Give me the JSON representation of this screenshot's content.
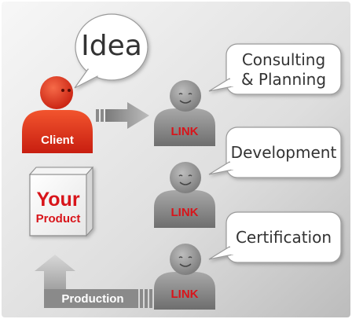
{
  "idea_label": "Idea",
  "client_label": "Client",
  "product": {
    "line1": "Your",
    "line2": "Product"
  },
  "production_label": "Production",
  "steps": [
    {
      "label_line1": "Consulting",
      "label_line2": "& Planning",
      "agent_label": "LINK"
    },
    {
      "label_line1": "Development",
      "label_line2": "",
      "agent_label": "LINK"
    },
    {
      "label_line1": "Certification",
      "label_line2": "",
      "agent_label": "LINK"
    }
  ],
  "colors": {
    "background_gradient": [
      "#f4f4f4",
      "#bdbdbd"
    ],
    "client_red": "#e8321a",
    "link_red": "#d8141a",
    "agent_gray": "#8c8c8c",
    "arrow_gray": "#9a9a9a"
  }
}
